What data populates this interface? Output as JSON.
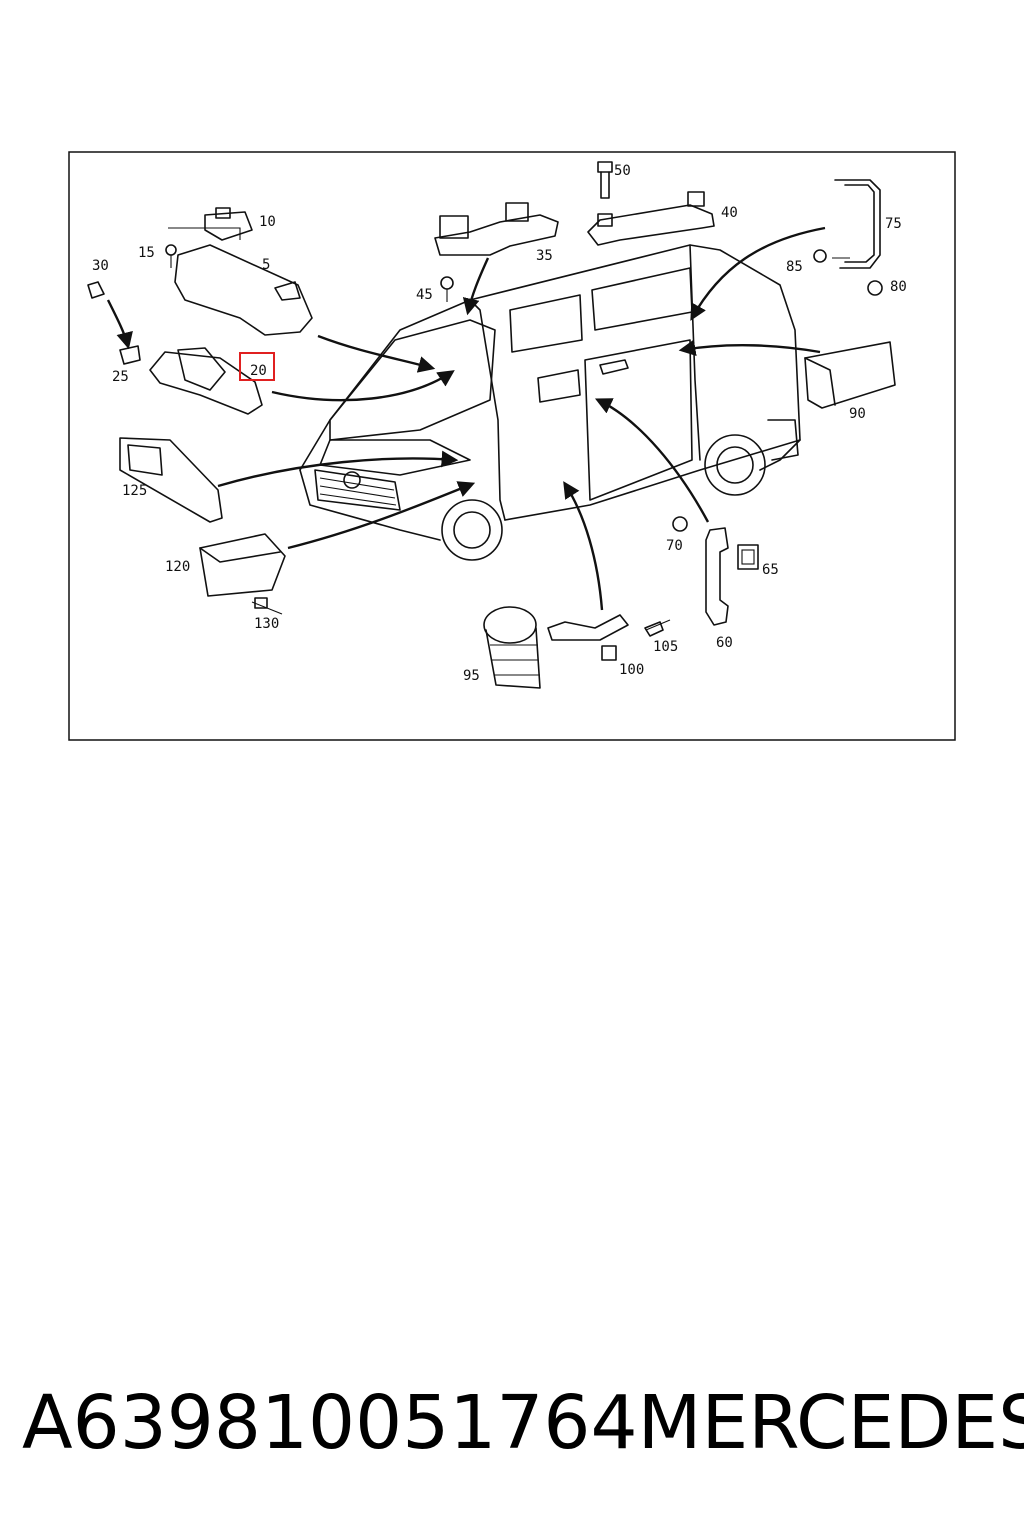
{
  "diagram": {
    "highlighted_label": "20",
    "labels": [
      {
        "id": "5",
        "text": "5"
      },
      {
        "id": "10",
        "text": "10"
      },
      {
        "id": "15",
        "text": "15"
      },
      {
        "id": "20",
        "text": "20"
      },
      {
        "id": "25",
        "text": "25"
      },
      {
        "id": "30",
        "text": "30"
      },
      {
        "id": "35",
        "text": "35"
      },
      {
        "id": "40",
        "text": "40"
      },
      {
        "id": "45",
        "text": "45"
      },
      {
        "id": "50",
        "text": "50"
      },
      {
        "id": "60",
        "text": "60"
      },
      {
        "id": "65",
        "text": "65"
      },
      {
        "id": "70",
        "text": "70"
      },
      {
        "id": "75",
        "text": "75"
      },
      {
        "id": "80",
        "text": "80"
      },
      {
        "id": "85",
        "text": "85"
      },
      {
        "id": "90",
        "text": "90"
      },
      {
        "id": "95",
        "text": "95"
      },
      {
        "id": "100",
        "text": "100"
      },
      {
        "id": "105",
        "text": "105"
      },
      {
        "id": "120",
        "text": "120"
      },
      {
        "id": "125",
        "text": "125"
      },
      {
        "id": "130",
        "text": "130"
      }
    ],
    "highlight_color": "#e02020"
  },
  "footer": {
    "part_number": "A639810051764",
    "brand": "MERCEDES"
  }
}
